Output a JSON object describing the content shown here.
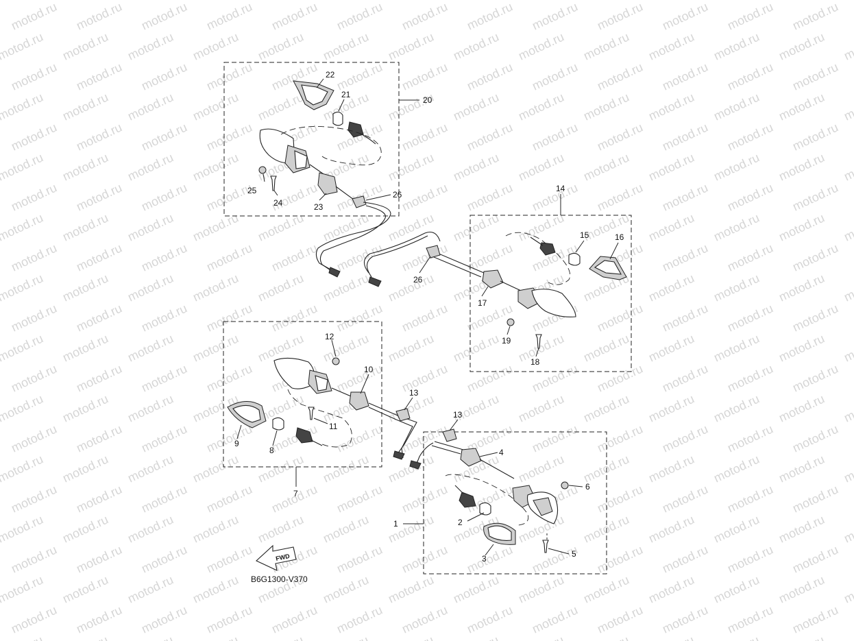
{
  "watermark": {
    "text": "motod.ru",
    "color": "#d6d6d6"
  },
  "diagram": {
    "code": "B6G1300-V370",
    "fwd_label": "FWD",
    "callouts": [
      {
        "id": "c1",
        "label": "1"
      },
      {
        "id": "c2",
        "label": "2"
      },
      {
        "id": "c3",
        "label": "3"
      },
      {
        "id": "c4",
        "label": "4"
      },
      {
        "id": "c5",
        "label": "5"
      },
      {
        "id": "c6",
        "label": "6"
      },
      {
        "id": "c7",
        "label": "7"
      },
      {
        "id": "c8",
        "label": "8"
      },
      {
        "id": "c9",
        "label": "9"
      },
      {
        "id": "c10",
        "label": "10"
      },
      {
        "id": "c11",
        "label": "11"
      },
      {
        "id": "c12",
        "label": "12"
      },
      {
        "id": "c13a",
        "label": "13"
      },
      {
        "id": "c13b",
        "label": "13"
      },
      {
        "id": "c14",
        "label": "14"
      },
      {
        "id": "c15",
        "label": "15"
      },
      {
        "id": "c16",
        "label": "16"
      },
      {
        "id": "c17",
        "label": "17"
      },
      {
        "id": "c18",
        "label": "18"
      },
      {
        "id": "c19",
        "label": "19"
      },
      {
        "id": "c20",
        "label": "20"
      },
      {
        "id": "c21",
        "label": "21"
      },
      {
        "id": "c22",
        "label": "22"
      },
      {
        "id": "c23",
        "label": "23"
      },
      {
        "id": "c24",
        "label": "24"
      },
      {
        "id": "c25",
        "label": "25"
      },
      {
        "id": "c26a",
        "label": "26"
      },
      {
        "id": "c26b",
        "label": "26"
      }
    ]
  }
}
